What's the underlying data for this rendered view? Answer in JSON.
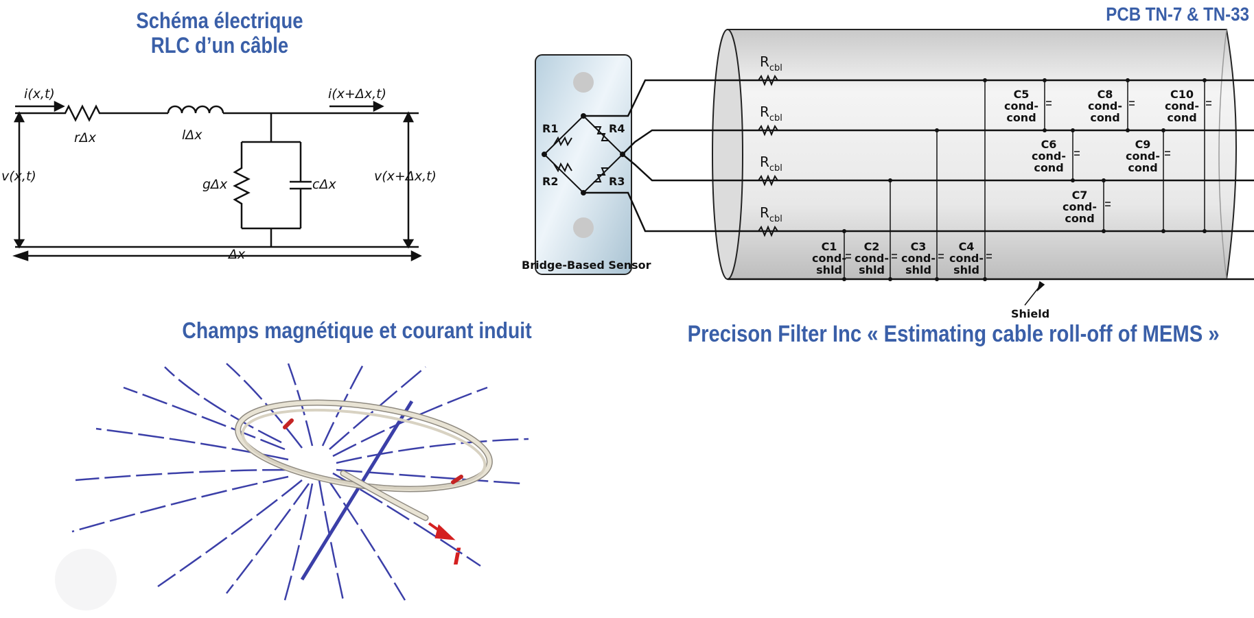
{
  "titles": {
    "rlc_line1": "Schéma électrique",
    "rlc_line2": "RLC d’un câble",
    "pcb": "PCB TN-7 & TN-33",
    "champs": "Champs magnétique et courant induit",
    "precision": "Precison Filter Inc « Estimating cable roll-off of MEMS »"
  },
  "rlc_circuit": {
    "i_in": "i(x,t)",
    "i_out": "i(x+Δx,t)",
    "v_in": "v(x,t)",
    "v_out": "v(x+Δx,t)",
    "resistor": "rΔx",
    "inductor": "lΔx",
    "conductance": "gΔx",
    "capacitor": "cΔx",
    "length": "Δx"
  },
  "sensor_cable": {
    "sensor_label": "Bridge-Based Sensor",
    "bridge_resistors": [
      "R1",
      "R4",
      "R2",
      "R3"
    ],
    "cable_resistor_main": "R",
    "cable_resistor_sub": "cbl",
    "shield_label": "Shield",
    "cond_caps": [
      {
        "name": "C5",
        "line2": "cond-",
        "line3": "cond"
      },
      {
        "name": "C8",
        "line2": "cond-",
        "line3": "cond"
      },
      {
        "name": "C10",
        "line2": "cond-",
        "line3": "cond"
      },
      {
        "name": "C6",
        "line2": "cond-",
        "line3": "cond"
      },
      {
        "name": "C9",
        "line2": "cond-",
        "line3": "cond"
      },
      {
        "name": "C7",
        "line2": "cond-",
        "line3": "cond"
      }
    ],
    "shield_caps": [
      {
        "name": "C1",
        "line2": "cond-",
        "line3": "shld"
      },
      {
        "name": "C2",
        "line2": "cond-",
        "line3": "shld"
      },
      {
        "name": "C3",
        "line2": "cond-",
        "line3": "shld"
      },
      {
        "name": "C4",
        "line2": "cond-",
        "line3": "shld"
      }
    ]
  },
  "magnetic": {
    "current_label": "i",
    "field_color": "#3b3fa8",
    "current_color": "#d42020"
  },
  "colors": {
    "title": "#3a5fa8",
    "wire": "#111111"
  }
}
